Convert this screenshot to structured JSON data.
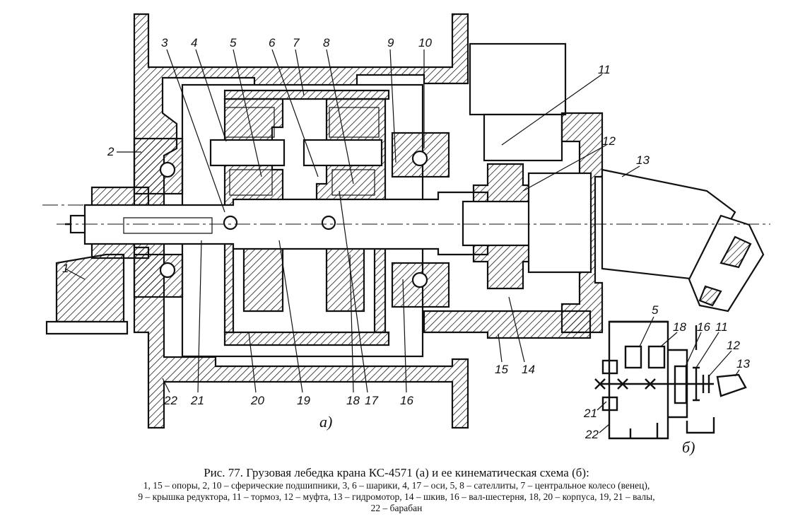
{
  "figure_a": {
    "labels": [
      "1",
      "2",
      "3",
      "4",
      "5",
      "6",
      "7",
      "8",
      "9",
      "10",
      "11",
      "12",
      "13",
      "14",
      "15",
      "16",
      "17",
      "18",
      "19",
      "20",
      "21",
      "22"
    ],
    "sublabel": "а)"
  },
  "figure_b": {
    "labels": [
      "5",
      "18",
      "16",
      "11",
      "12",
      "13",
      "21",
      "22"
    ],
    "sublabel": "б)"
  },
  "caption": {
    "title": "Рис. 77. Грузовая лебедка крана КС-4571 (а) и ее кинематическая схема (б):",
    "line1": "1, 15 – опоры, 2, 10 – сферические подшипники, 3, 6 – шарики, 4, 17 – оси, 5, 8 – сателлиты, 7 – центральное колесо (венец),",
    "line2": "9 – крышка редуктора, 11 – тормоз, 12 – муфта, 13 – гидромотор, 14 – шкив, 16 – вал-шестерня, 18, 20 – корпуса, 19, 21 – валы,",
    "line3": "22 – барабан"
  }
}
